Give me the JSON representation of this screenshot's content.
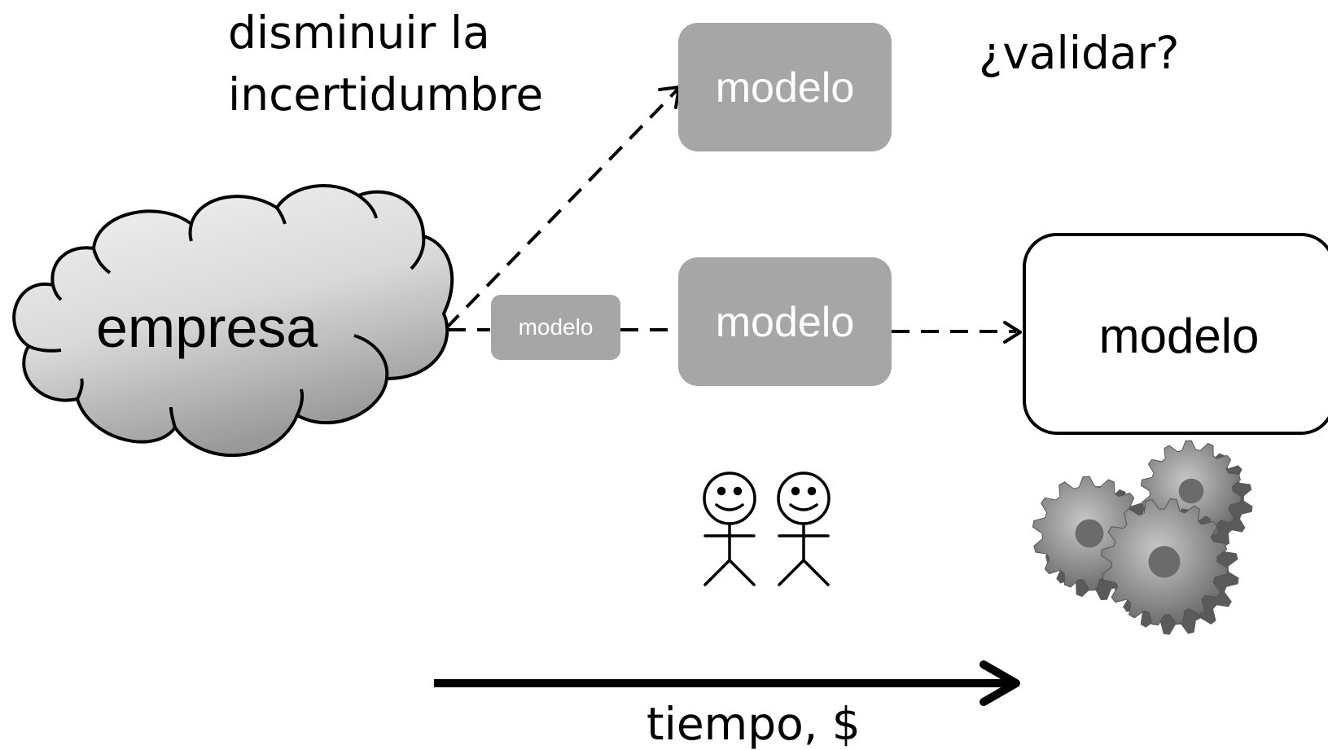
{
  "diagram": {
    "note_uncertainty": "disminuir la\nincertidumbre",
    "note_validate": "¿validar?",
    "cloud": {
      "label": "empresa"
    },
    "model_small": {
      "label": "modelo"
    },
    "model_top": {
      "label": "modelo"
    },
    "model_mid": {
      "label": "modelo"
    },
    "model_final": {
      "label": "modelo"
    },
    "axis": {
      "label": "tiempo, $"
    },
    "colors": {
      "model_fill": "#a6a6a6",
      "stroke": "#000000",
      "cloud_light": "#f2f2f2",
      "cloud_dark": "#a9a9a9",
      "gear": "#8c8c8c"
    },
    "icons": [
      "stick-figure-icon",
      "stick-figure-icon",
      "gears-icon"
    ]
  }
}
